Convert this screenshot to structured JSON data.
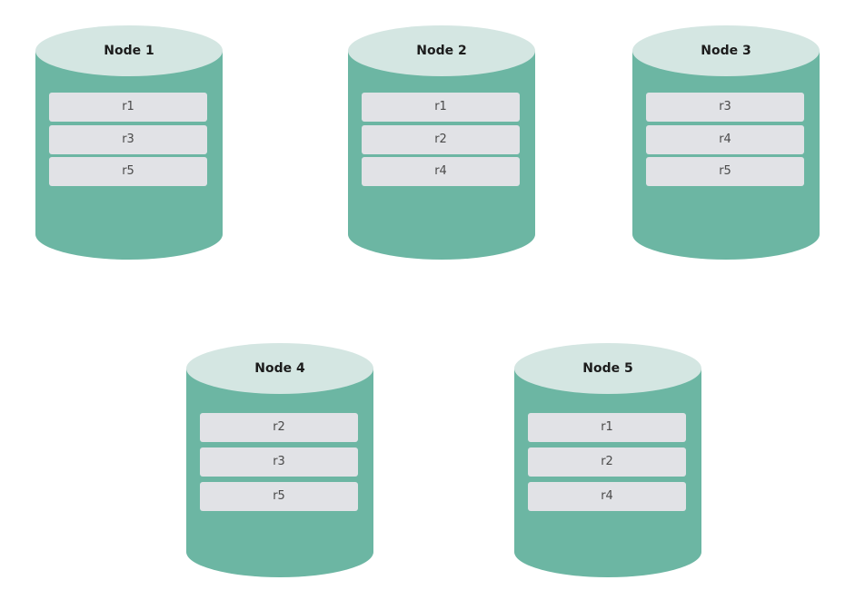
{
  "nodes": [
    {
      "title": "Node 1",
      "replicas": [
        "r1",
        "r3",
        "r5"
      ]
    },
    {
      "title": "Node 2",
      "replicas": [
        "r1",
        "r2",
        "r4"
      ]
    },
    {
      "title": "Node 3",
      "replicas": [
        "r3",
        "r4",
        "r5"
      ]
    },
    {
      "title": "Node 4",
      "replicas": [
        "r2",
        "r3",
        "r5"
      ]
    },
    {
      "title": "Node 5",
      "replicas": [
        "r1",
        "r2",
        "r4"
      ]
    }
  ],
  "colors": {
    "cylinder_body": "#6cb6a3",
    "cylinder_top": "#d4e6e2",
    "replica_box": "#e1e2e6"
  }
}
